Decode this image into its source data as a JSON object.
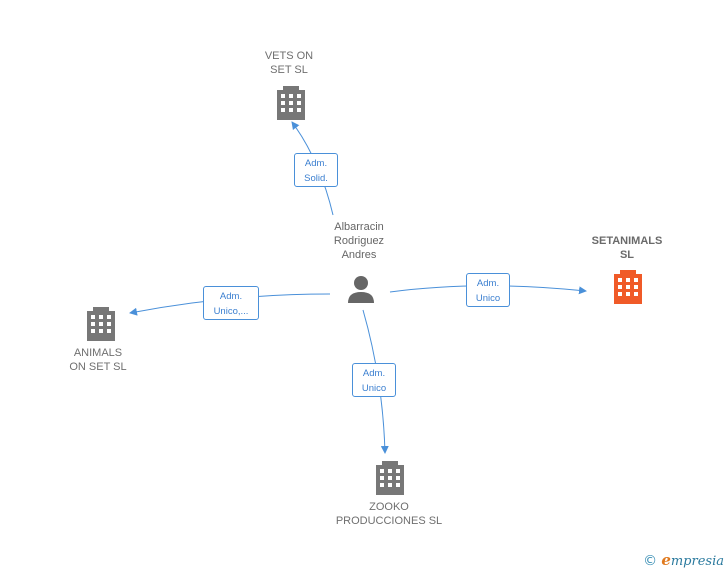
{
  "nodes": {
    "person": {
      "label": "Albarracin\nRodriguez\nAndres"
    },
    "vets": {
      "label": "VETS ON\nSET  SL"
    },
    "setanimals": {
      "label": "SETANIMALS\nSL"
    },
    "animals": {
      "label": "ANIMALS\nON SET  SL"
    },
    "zooko": {
      "label": "ZOOKO\nPRODUCCIONES SL"
    }
  },
  "edges": {
    "to_vets": {
      "label": "Adm.\nSolid."
    },
    "to_setanimals": {
      "label": "Adm.\nUnico"
    },
    "to_animals": {
      "label": "Adm.\nUnico,..."
    },
    "to_zooko": {
      "label": "Adm.\nUnico"
    }
  },
  "footer": {
    "copyright": "©",
    "brand_initial": "e",
    "brand_rest": "mpresia"
  },
  "colors": {
    "edge": "#4a90d9",
    "building": "#777777",
    "highlight": "#f05a28",
    "person": "#666666"
  }
}
